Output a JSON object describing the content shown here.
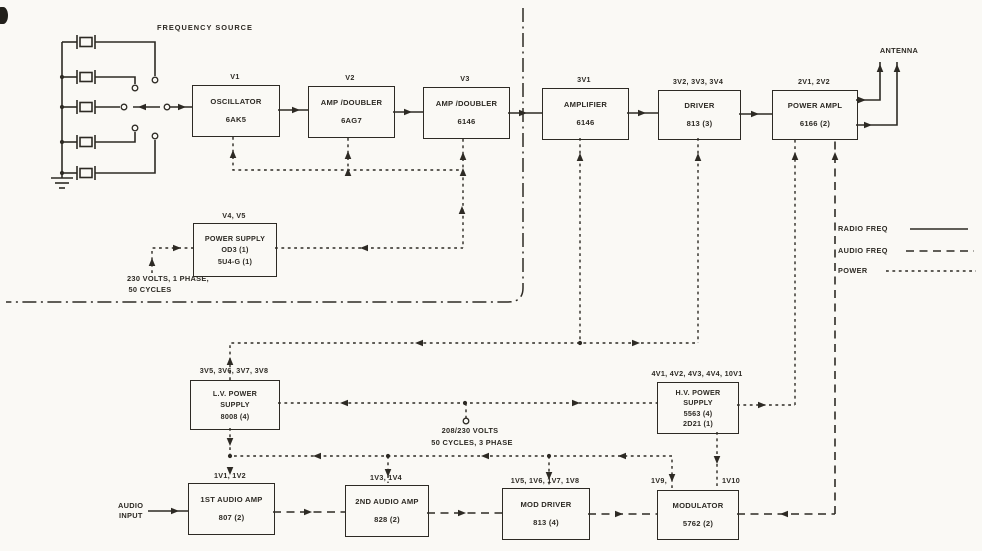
{
  "colors": {
    "ink": "#2d2a24",
    "paper": "#faf9f5"
  },
  "annotations": {
    "frequency_source": "FREQUENCY SOURCE",
    "antenna": "ANTENNA",
    "audio_input_line1": "AUDIO",
    "audio_input_line2": "INPUT",
    "mains_single_line1": "230 VOLTS, 1 PHASE,",
    "mains_single_line2": "50 CYCLES",
    "mains_three_line1": "208/230 VOLTS",
    "mains_three_line2": "50 CYCLES, 3 PHASE"
  },
  "legend": {
    "radio_freq": "RADIO FREQ",
    "audio_freq": "AUDIO FREQ",
    "power": "POWER",
    "styles": {
      "radio_freq": "solid",
      "audio_freq": "long-dash",
      "power": "short-dash"
    }
  },
  "blocks": [
    {
      "designator": "V1",
      "line1": "OSCILLATOR",
      "line2": "6AK5"
    },
    {
      "designator": "V2",
      "line1": "AMP /DOUBLER",
      "line2": "6AG7"
    },
    {
      "designator": "V3",
      "line1": "AMP /DOUBLER",
      "line2": "6146"
    },
    {
      "designator": "3V1",
      "line1": "AMPLIFIER",
      "line2": "6146"
    },
    {
      "designator": "3V2, 3V3, 3V4",
      "line1": "DRIVER",
      "line2": "813 (3)"
    },
    {
      "designator": "2V1, 2V2",
      "line1": "POWER AMPL",
      "line2": "6166 (2)"
    },
    {
      "designator": "V4, V5",
      "line1": "POWER SUPPLY",
      "line2": "OD3 (1)",
      "line3": "5U4-G (1)"
    },
    {
      "designator": "3V5, 3V6, 3V7, 3V8",
      "line1": "L.V. POWER",
      "line2": "SUPPLY",
      "line3": "8008 (4)"
    },
    {
      "designator": "4V1, 4V2, 4V3, 4V4, 10V1",
      "line1": "H.V. POWER",
      "line2": "SUPPLY",
      "line3": "5563 (4)",
      "line4": "2D21 (1)"
    },
    {
      "designator": "1V1, 1V2",
      "line1": "1ST AUDIO AMP",
      "line2": "807 (2)"
    },
    {
      "designator": "1V3, 1V4",
      "line1": "2ND AUDIO AMP",
      "line2": "828 (2)"
    },
    {
      "designator": "1V5, 1V6, 1V7, 1V8",
      "line1": "MOD DRIVER",
      "line2": "813 (4)"
    },
    {
      "designator_left": "1V9,",
      "designator_right": "1V10",
      "line1": "MODULATOR",
      "line2": "5762 (2)"
    }
  ]
}
